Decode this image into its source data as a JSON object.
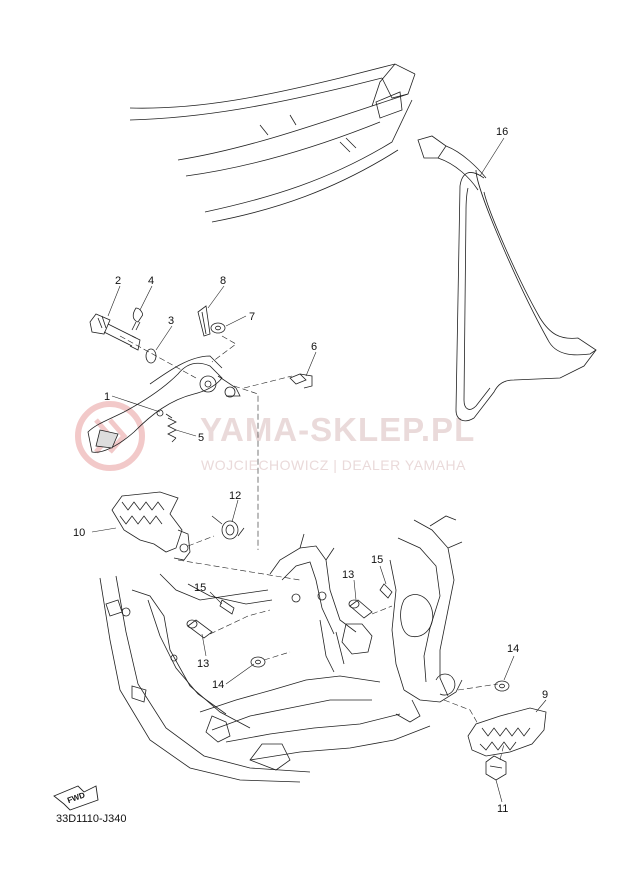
{
  "watermark": {
    "main": "YAMA-SKLEP.PL",
    "sub": "WOJCIECHOWICZ | DEALER YAMAHA"
  },
  "diagram_code": "33D1110-J340",
  "fwd_label": "FWD",
  "callouts": [
    "1",
    "2",
    "3",
    "4",
    "5",
    "6",
    "7",
    "8",
    "9",
    "10",
    "11",
    "12",
    "13",
    "13",
    "14",
    "14",
    "15",
    "15",
    "16"
  ],
  "colors": {
    "line": "#222222",
    "watermark": "#eadada",
    "logo": "#f2c9c9"
  }
}
